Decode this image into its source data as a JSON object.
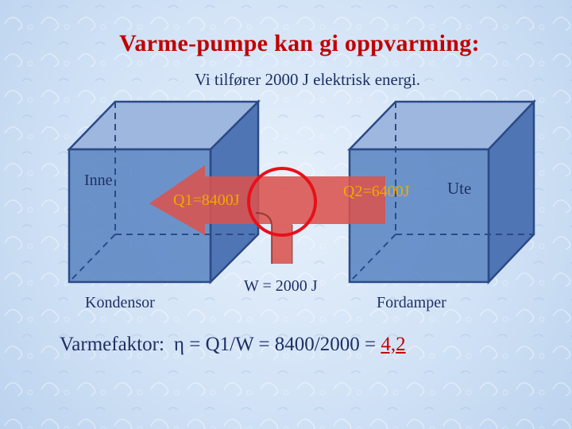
{
  "title": "Varme-pumpe kan gi oppvarming:",
  "subtitle": "Vi tilfører 2000 J elektrisk energi.",
  "labels": {
    "inne": "Inne",
    "ute": "Ute",
    "kondensor": "Kondensor",
    "fordamper": "Fordamper",
    "q1": "Q1=8400J",
    "q2": "Q2=6400J",
    "w": "W = 2000 J"
  },
  "formula": {
    "name": "Varmefaktor:",
    "expression": "η = Q1/W = 8400/2000 = ",
    "result": "4,2"
  },
  "colors": {
    "title": "#c00000",
    "text": "#1f2f63",
    "heat_labels": "#f2a900",
    "arrow": "#d9534f",
    "circle": "#e8101a",
    "box_front": "#5b86c3",
    "box_edge": "#2b4a86"
  }
}
